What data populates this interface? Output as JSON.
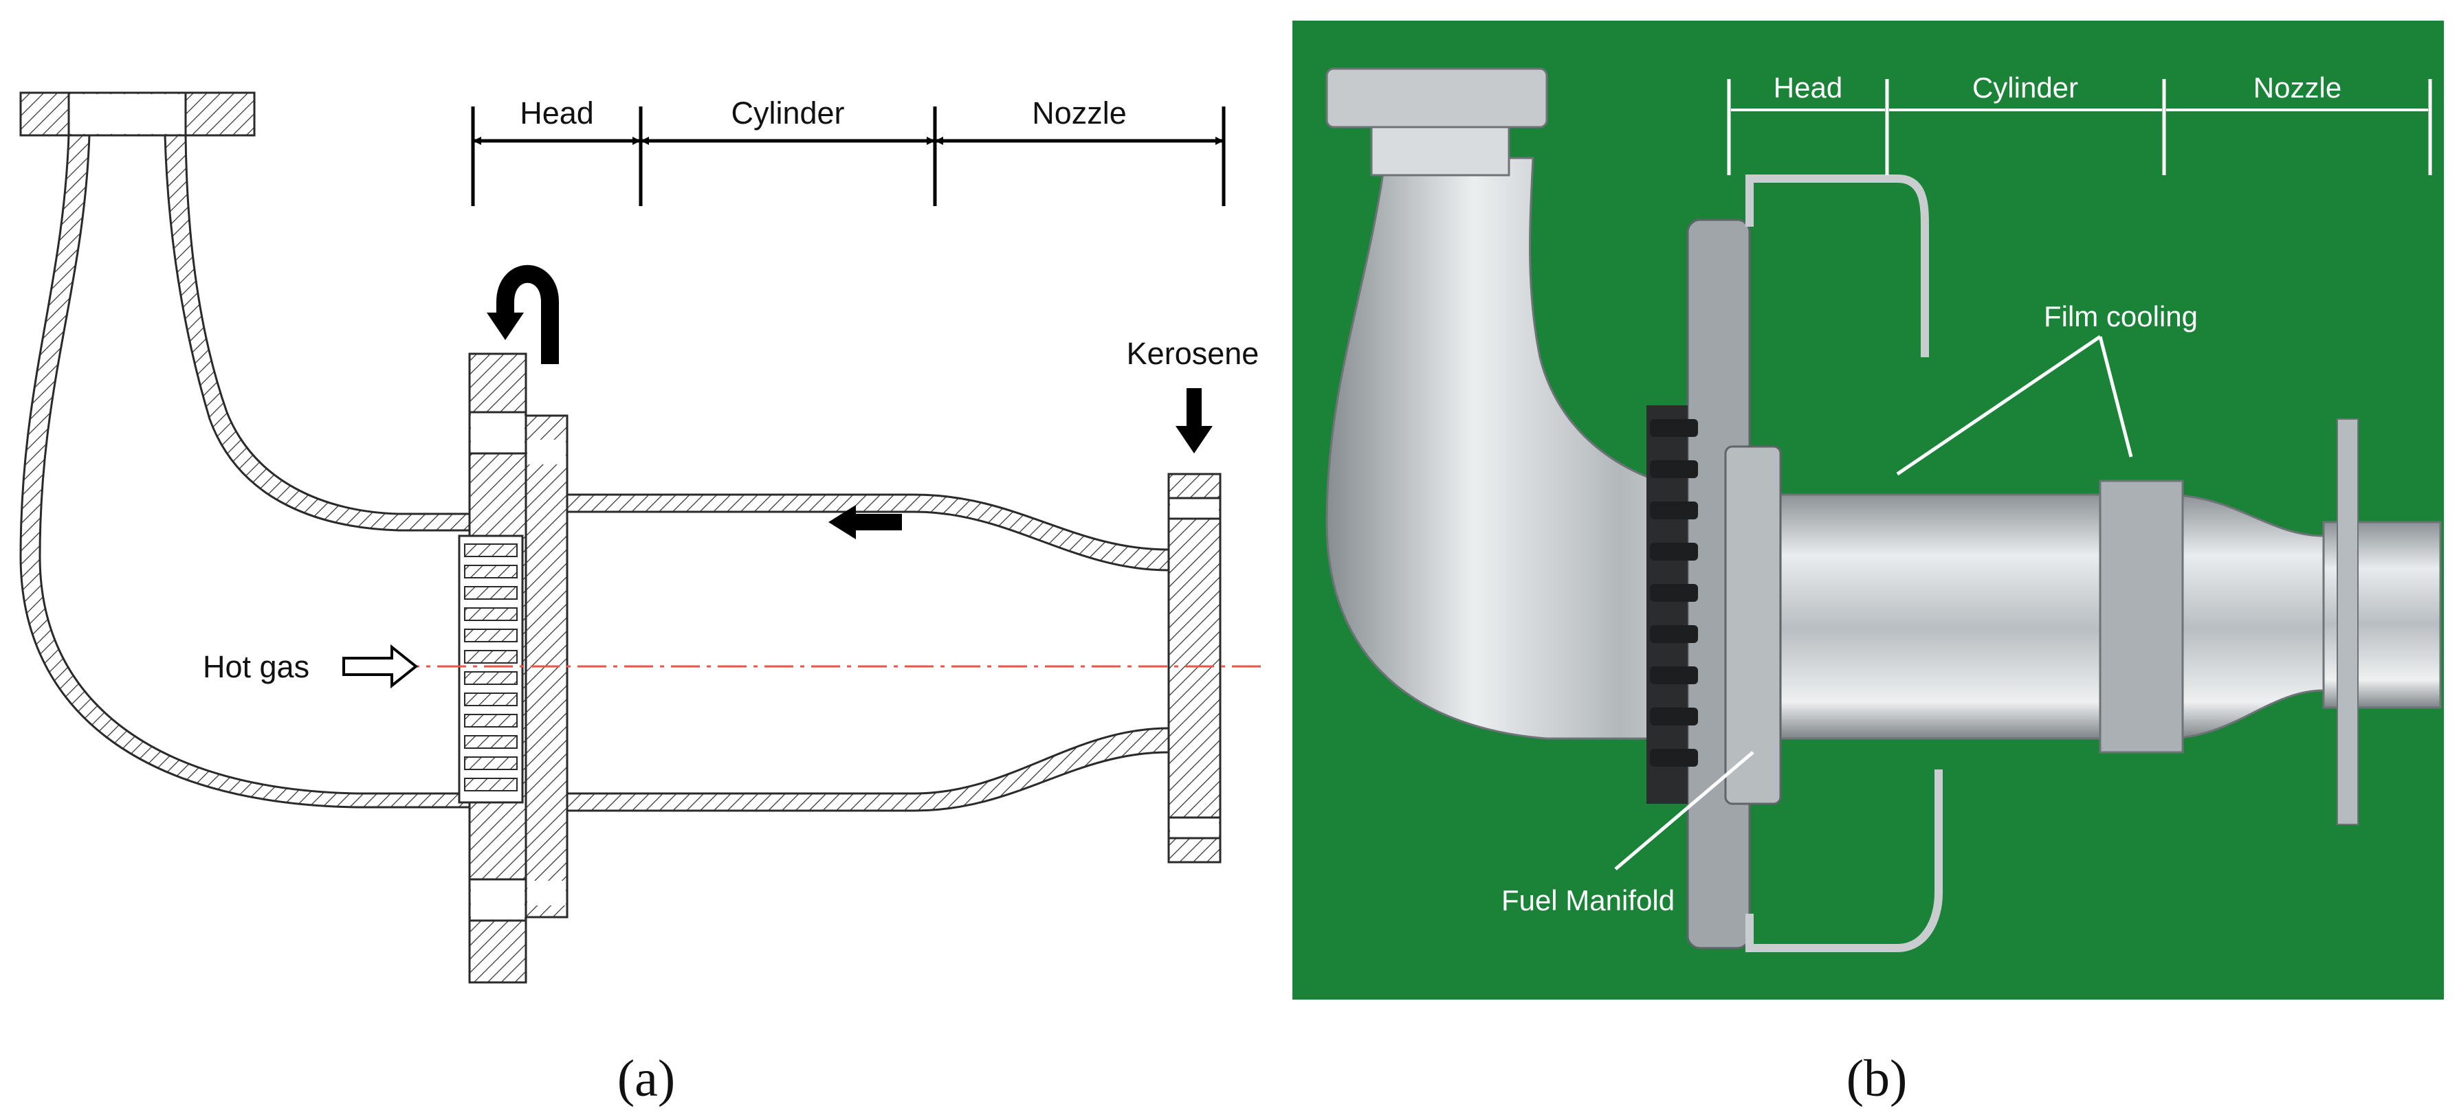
{
  "panel_a": {
    "caption": "(a)",
    "sections": {
      "head": "Head",
      "cylinder": "Cylinder",
      "nozzle": "Nozzle"
    },
    "labels": {
      "kerosene": "Kerosene",
      "hot_gas": "Hot gas"
    }
  },
  "panel_b": {
    "caption": "(b)",
    "sections": {
      "head": "Head",
      "cylinder": "Cylinder",
      "nozzle": "Nozzle"
    },
    "labels": {
      "film_cooling": "Film cooling",
      "fuel_manifold": "Fuel Manifold"
    }
  },
  "colors": {
    "centerline": "#e8564a",
    "photo_background": "#1e8a3c",
    "metal": "#c9cdd0"
  }
}
